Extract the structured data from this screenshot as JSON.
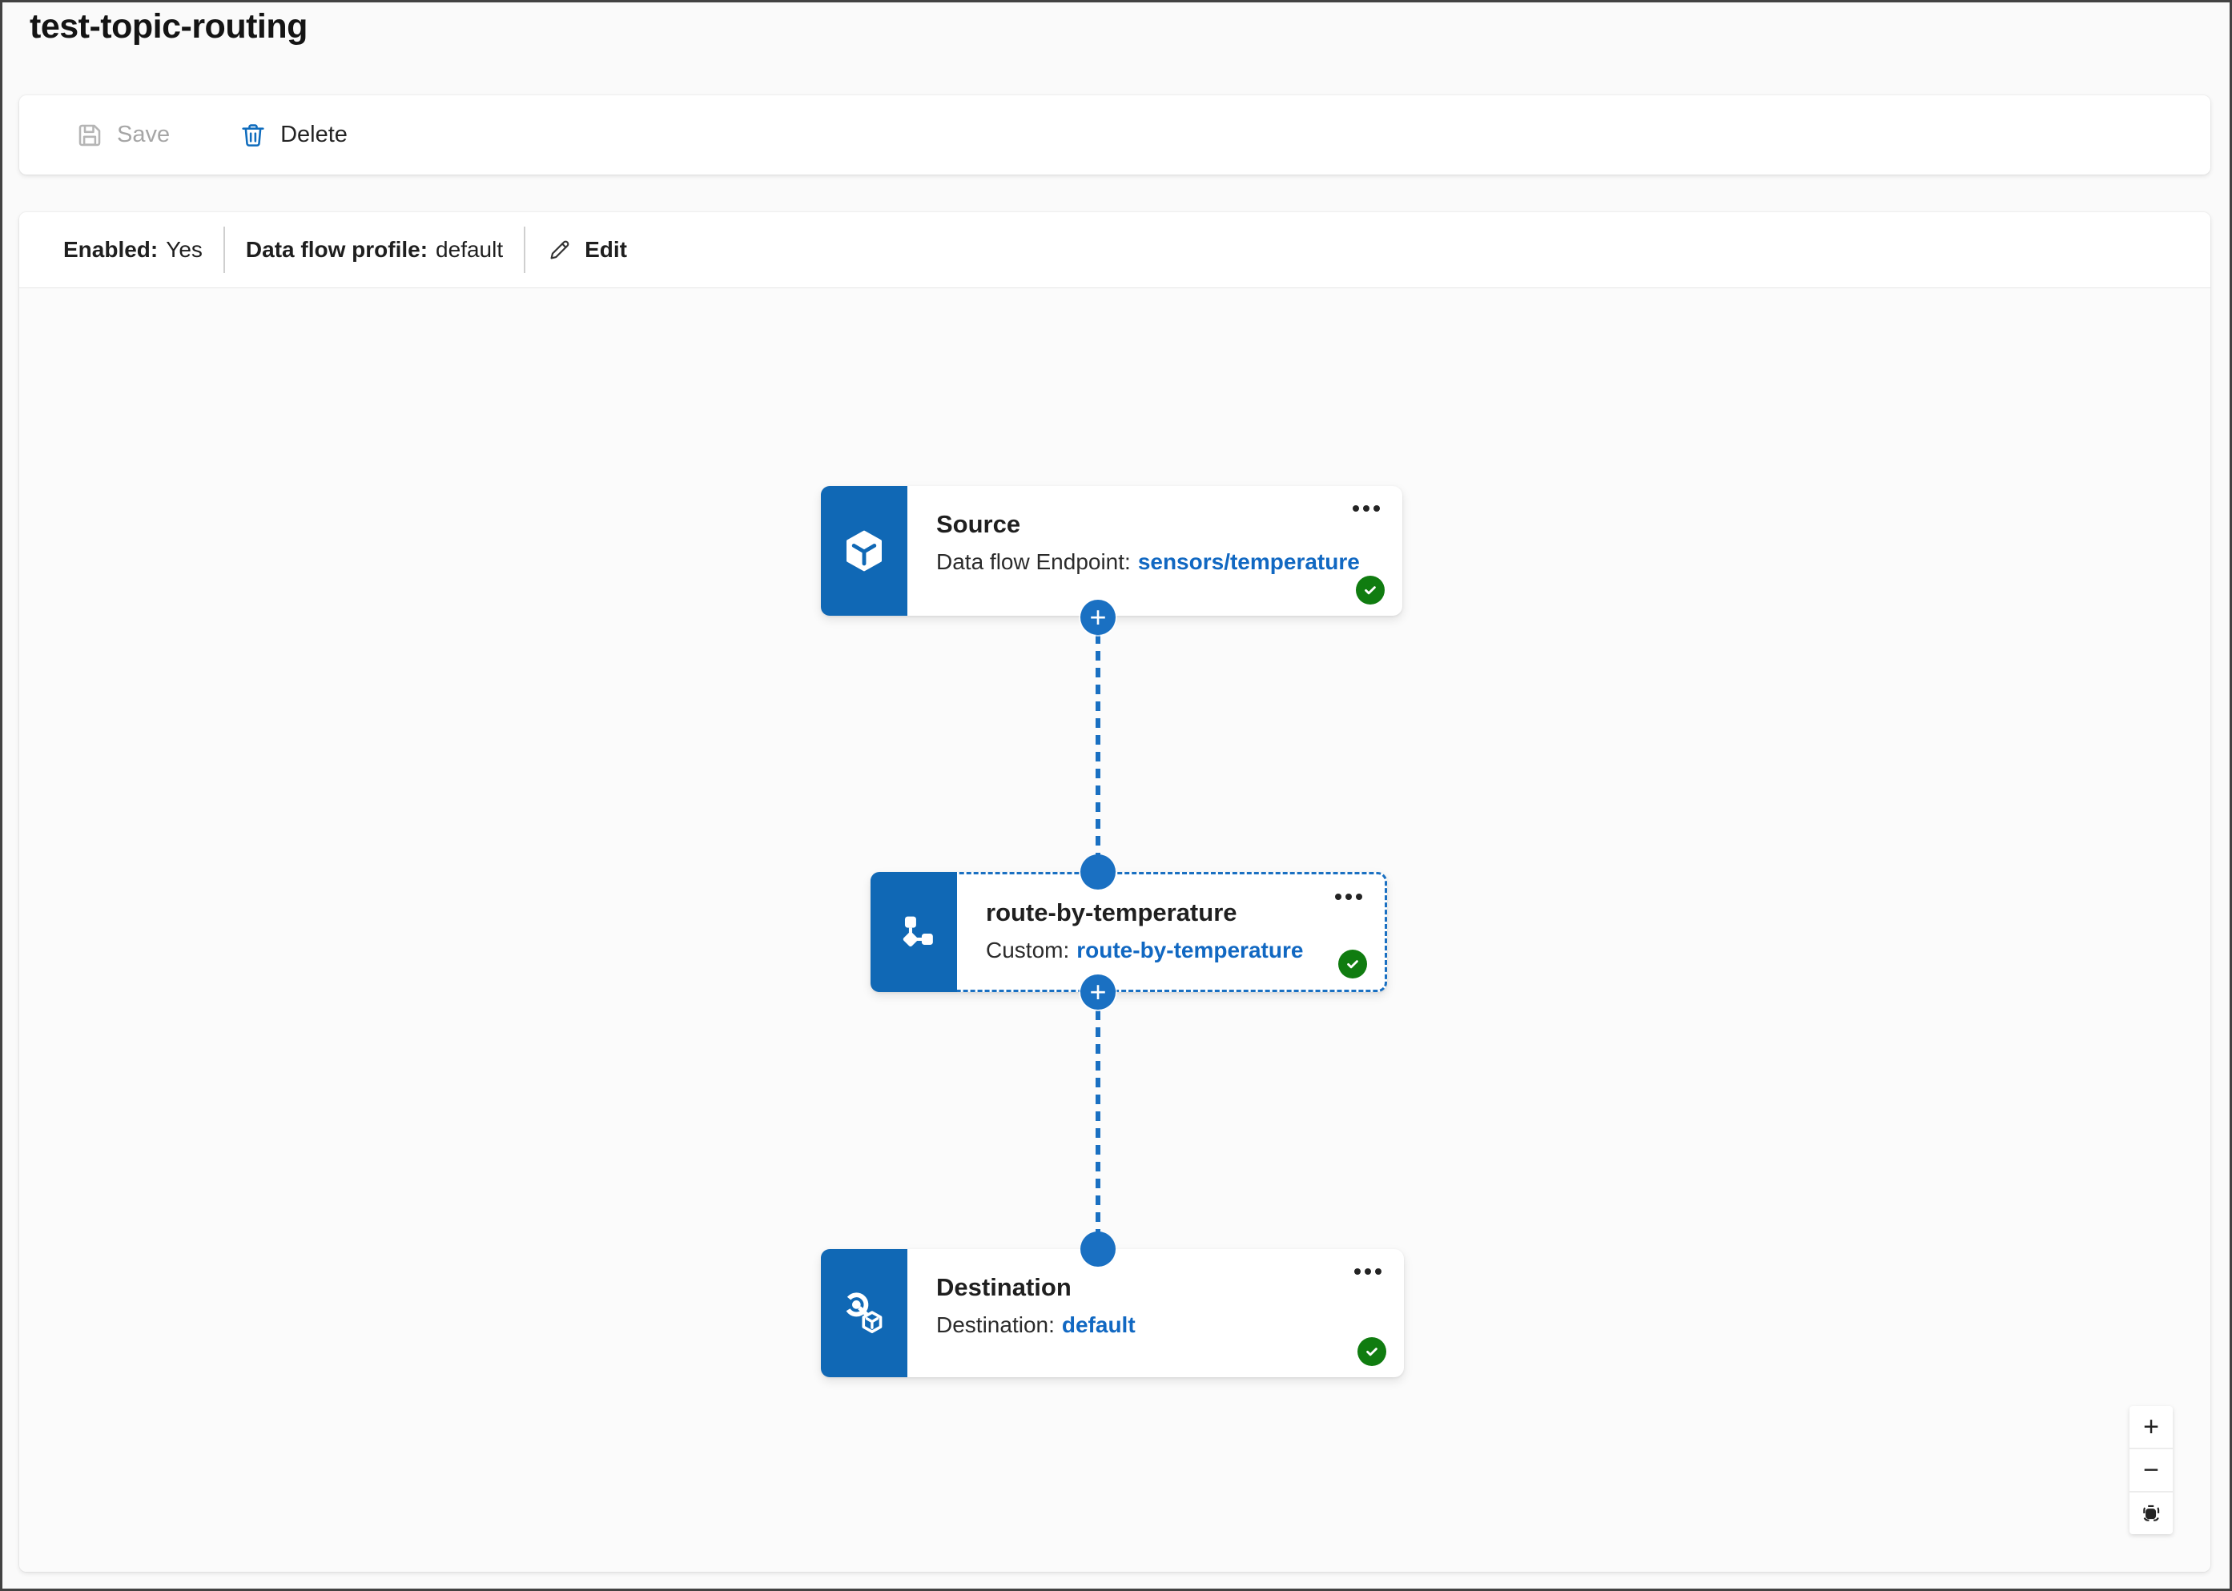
{
  "page": {
    "title": "test-topic-routing"
  },
  "toolbar": {
    "save_label": "Save",
    "delete_label": "Delete",
    "save_disabled": true
  },
  "status_bar": {
    "enabled_label": "Enabled:",
    "enabled_value": "Yes",
    "profile_label": "Data flow profile:",
    "profile_value": "default",
    "edit_label": "Edit"
  },
  "nodes": [
    {
      "id": "source",
      "title": "Source",
      "subtitle_label": "Data flow Endpoint:",
      "subtitle_value": "sensors/temperature",
      "status": "valid",
      "selected": false,
      "icon": "cube-icon"
    },
    {
      "id": "transform",
      "title": "route-by-temperature",
      "subtitle_label": "Custom:",
      "subtitle_value": "route-by-temperature",
      "status": "valid",
      "selected": true,
      "icon": "route-icon"
    },
    {
      "id": "destination",
      "title": "Destination",
      "subtitle_label": "Destination:",
      "subtitle_value": "default",
      "status": "valid",
      "selected": false,
      "icon": "target-cube-icon"
    }
  ],
  "canvas": {
    "add_stage_glyph": "+",
    "zoom_in_glyph": "+",
    "zoom_out_glyph": "−"
  },
  "icons": {
    "save-icon": "floppy-disk outline",
    "delete-icon": "trash-can outline",
    "edit-icon": "pencil outline",
    "more-icon": "ellipsis three dots",
    "status-valid-icon": "check in green circle",
    "add-stage-icon": "plus in blue circle",
    "fit-view-icon": "dashed frame around solid square",
    "connector": "vertical dashed line with junction dots"
  },
  "colors": {
    "accent_blue": "#1068b5",
    "connector_blue": "#1a70c2",
    "link_blue": "#1168c2",
    "success_green": "#107c10",
    "disabled_gray": "#a6a6a6",
    "canvas_bg": "#fbfbfb",
    "page_bg": "#fafafa"
  }
}
